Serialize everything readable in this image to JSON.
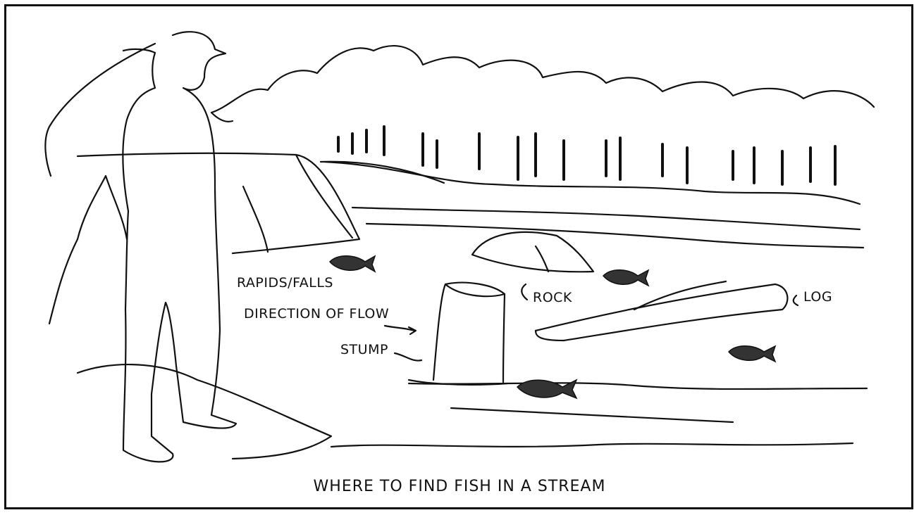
{
  "labels": {
    "rapids": "RAPIDS/FALLS",
    "flow": "DIRECTION OF FLOW",
    "stump": "STUMP",
    "rock": "ROCK",
    "log": "LOG"
  },
  "caption": "WHERE TO FIND FISH IN A STREAM",
  "colors": {
    "ink": "#111111",
    "paper": "#ffffff"
  }
}
